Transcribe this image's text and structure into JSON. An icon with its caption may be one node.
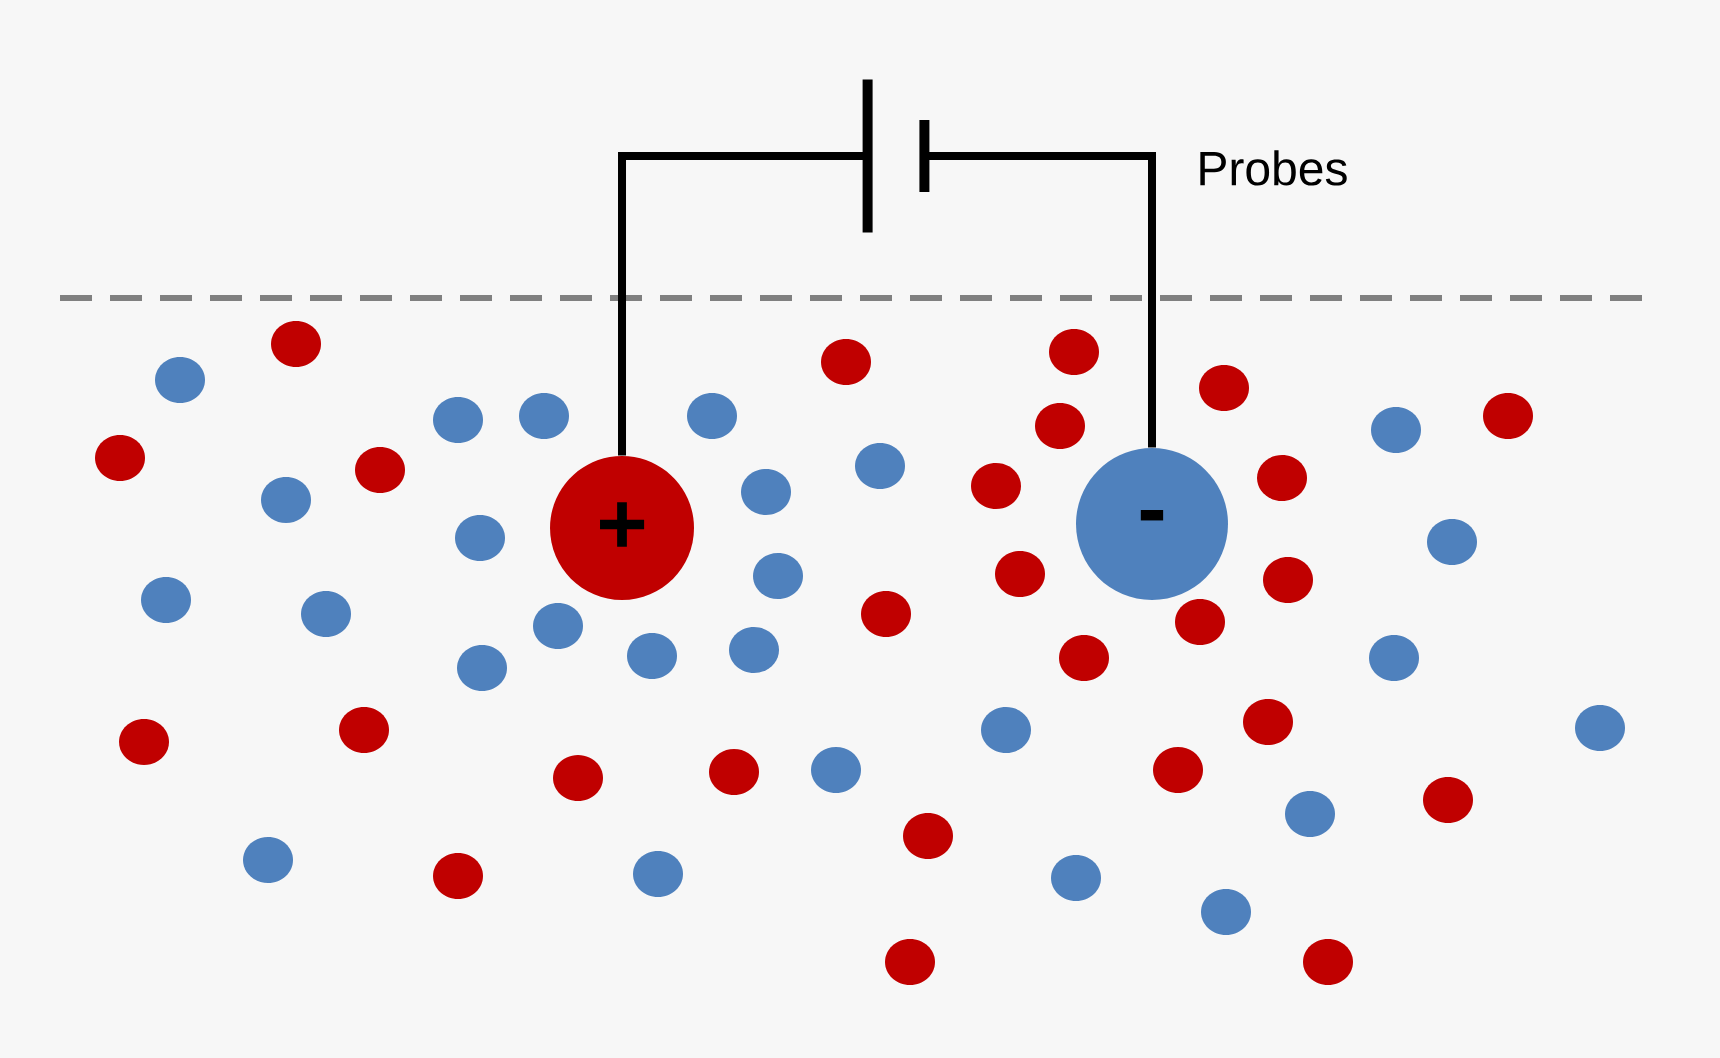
{
  "diagram": {
    "nodes": [
      {
        "text": [],
        "shape": "battery"
      },
      {
        "text": [
          "+"
        ]
      },
      {
        "text": [
          "-"
        ]
      }
    ],
    "edges": [
      {
        "from": 1,
        "to": 0,
        "arrow": "none"
      },
      {
        "from": 0,
        "to": 2,
        "arrow": "none"
      }
    ],
    "labels": [
      "Probes"
    ]
  }
}
